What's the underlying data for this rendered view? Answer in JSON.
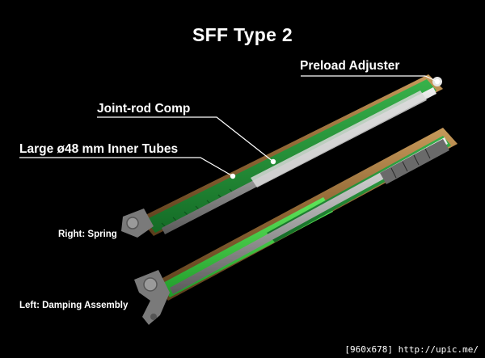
{
  "title": "SFF Type 2",
  "callouts": {
    "preload_adjuster": "Preload Adjuster",
    "joint_rod_comp": "Joint-rod Comp",
    "inner_tubes": "Large ø48 mm Inner Tubes"
  },
  "side_labels": {
    "right": "Right: Spring",
    "left": "Left: Damping Assembly"
  },
  "watermark": "[960x678] http://upic.me/",
  "colors": {
    "background": "#000000",
    "text": "#ffffff",
    "green_cutaway": "#1f9a3a",
    "bright_green": "#3fd13f",
    "copper_tube": "#a0763f",
    "silver_parts": "#c8c8c8"
  }
}
